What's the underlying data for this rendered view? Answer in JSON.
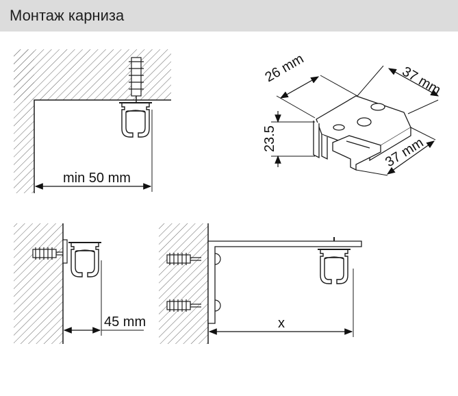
{
  "header": {
    "title": "Монтаж карниза"
  },
  "labels": {
    "min_distance": "min 50 mm",
    "offset": "45 mm",
    "x_distance": "x",
    "bracket_width": "26 mm",
    "bracket_length_top": "37 mm",
    "bracket_length_bottom": "37 mm",
    "bracket_height": "23.5"
  },
  "colors": {
    "header_bg": "#dcdcdc",
    "line": "#1a1a1a",
    "hatch": "#555555"
  }
}
